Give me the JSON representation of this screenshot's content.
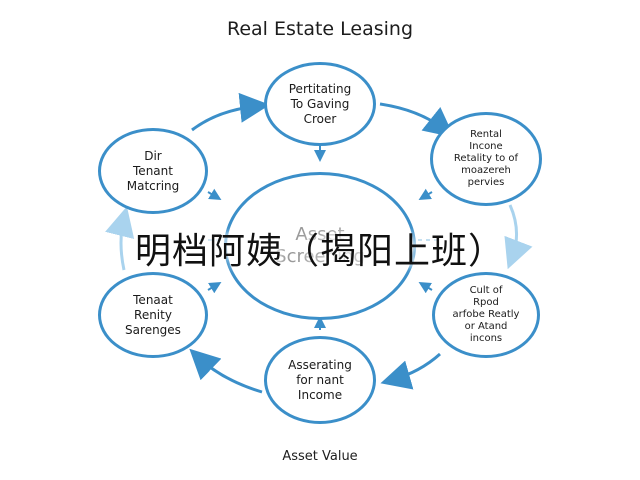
{
  "diagram": {
    "title": "Real Estate Leasing",
    "footer": "Asset Value",
    "overlay_text": "明档阿姨（揭阳上班）",
    "center": {
      "label": "Asset\nScreening"
    },
    "nodes": [
      {
        "id": "top",
        "label": "Pertitating\nTo Gaving\nCroer"
      },
      {
        "id": "top-right",
        "label": "Rental\nIncone\nRetality to of\nmoazereh\npervies"
      },
      {
        "id": "bottom-right",
        "label": "Cult of\nRpod\narfobe Reatly\nor Atand\nincons"
      },
      {
        "id": "bottom",
        "label": "Asserating\nfor nant\nIncome"
      },
      {
        "id": "bottom-left",
        "label": "Tenaat\nRenity\nSarenges"
      },
      {
        "id": "top-left",
        "label": "Dir\nTenant\nMatcring"
      }
    ],
    "colors": {
      "accent": "#3b8fc9",
      "accent_light": "#a9d3ee",
      "text": "#1b1b1b"
    }
  }
}
